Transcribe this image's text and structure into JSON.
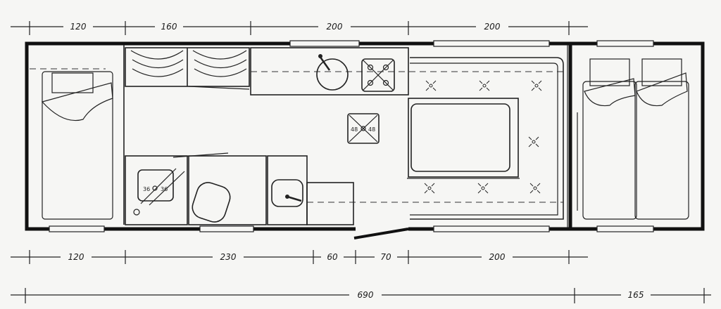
{
  "dimensions_top": [
    "120",
    "160",
    "200",
    "200"
  ],
  "dimensions_bottom": [
    "120",
    "230",
    "60",
    "70",
    "200"
  ],
  "dimensions_total": [
    "690",
    "165"
  ],
  "stove_labels": [
    "36",
    "36"
  ],
  "hob_labels": [
    "48",
    "48"
  ],
  "colors": {
    "line": "#111111",
    "paper": "#f6f6f4"
  }
}
